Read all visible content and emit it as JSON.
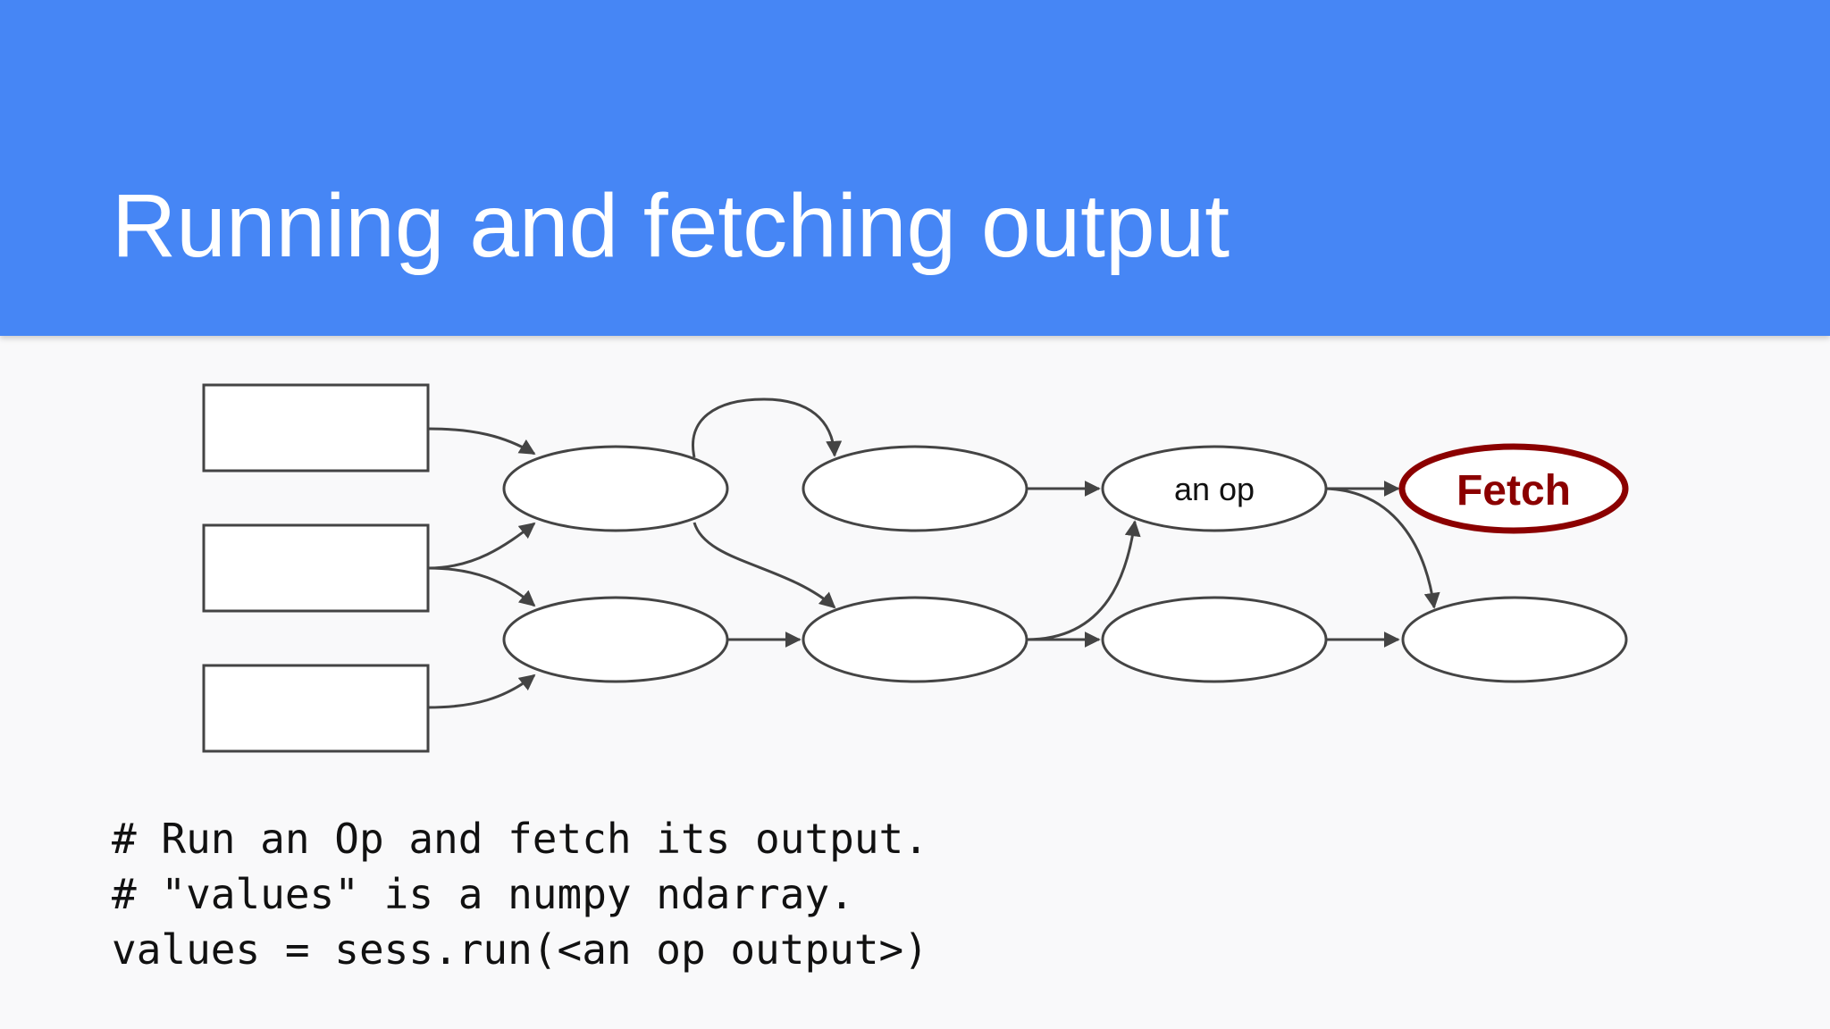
{
  "slide": {
    "title": "Running and fetching output"
  },
  "diagram": {
    "op_label": "an op",
    "fetch_label": "Fetch",
    "fetch_color": "#8b0000"
  },
  "code": {
    "line1": "# Run an Op and fetch its output.",
    "line2": "# \"values\" is a numpy ndarray.",
    "line3": "values = sess.run(<an op output>)"
  }
}
